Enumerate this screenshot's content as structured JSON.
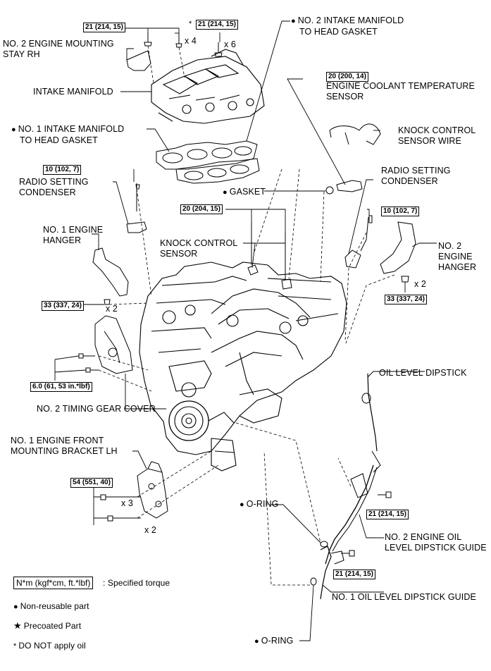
{
  "labels": {
    "no2_mount_stay": [
      "NO. 2 ENGINE MOUNTING",
      "STAY RH"
    ],
    "intake_manifold": "INTAKE MANIFOLD",
    "no1_manifold_gasket": [
      "NO. 1 INTAKE MANIFOLD",
      "TO HEAD GASKET"
    ],
    "no2_manifold_gasket": [
      "NO. 2 INTAKE MANIFOLD",
      "TO HEAD GASKET"
    ],
    "coolant_sensor": [
      "ENGINE COOLANT TEMPERATURE",
      "SENSOR"
    ],
    "knock_wire": [
      "KNOCK CONTROL",
      "SENSOR WIRE"
    ],
    "radio_cond_left": [
      "RADIO SETTING",
      "CONDENSER"
    ],
    "radio_cond_right": [
      "RADIO SETTING",
      "CONDENSER"
    ],
    "gasket": "GASKET",
    "no1_hanger": [
      "NO. 1 ENGINE",
      "HANGER"
    ],
    "no2_hanger": [
      "NO. 2",
      "ENGINE",
      "HANGER"
    ],
    "knock_sensor": [
      "KNOCK CONTROL",
      "SENSOR"
    ],
    "timing_cover": "NO. 2 TIMING GEAR COVER",
    "oil_dipstick": "OIL LEVEL DIPSTICK",
    "front_bracket": [
      "NO. 1 ENGINE FRONT",
      "MOUNTING BRACKET LH"
    ],
    "oring_top": "O-RING",
    "oring_bottom": "O-RING",
    "no2_dip_guide": [
      "NO. 2 ENGINE OIL",
      "LEVEL DIPSTICK GUIDE"
    ],
    "no1_dip_guide": "NO. 1 OIL LEVEL DIPSTICK GUIDE"
  },
  "torques": {
    "t_top_a": "21 (214, 15)",
    "t_top_b": "21 (214, 15)",
    "t_coolant": "20 (200, 14)",
    "t_radio_left": "10 (102, 7)",
    "t_knock": "20 (204, 15)",
    "t_radio_right": "10 (102, 7)",
    "t_hanger_left": "33 (337, 24)",
    "t_hanger_right": "33 (337, 24)",
    "t_timing": "6.0 (61, 53 in.*lbf)",
    "t_bracket": "54 (551, 40)",
    "t_guide2": "21 (214, 15)",
    "t_guide1": "21 (214, 15)"
  },
  "quantities": {
    "q_top_a": "x 4",
    "q_top_b": "x 6",
    "q_hanger_left": "x 2",
    "q_hanger_right": "x 2",
    "q_bracket_a": "x 3",
    "q_bracket_b": "x 2"
  },
  "markers": {
    "non_reusable": "●",
    "precoated": "★",
    "no_oil": "*"
  },
  "legend": {
    "torque_unit": "N*m (kgf*cm, ft.*lbf)",
    "torque_desc": ": Specified torque",
    "non_reusable": "Non-reusable part",
    "precoated": "Precoated Part",
    "no_oil": "DO NOT apply oil"
  }
}
